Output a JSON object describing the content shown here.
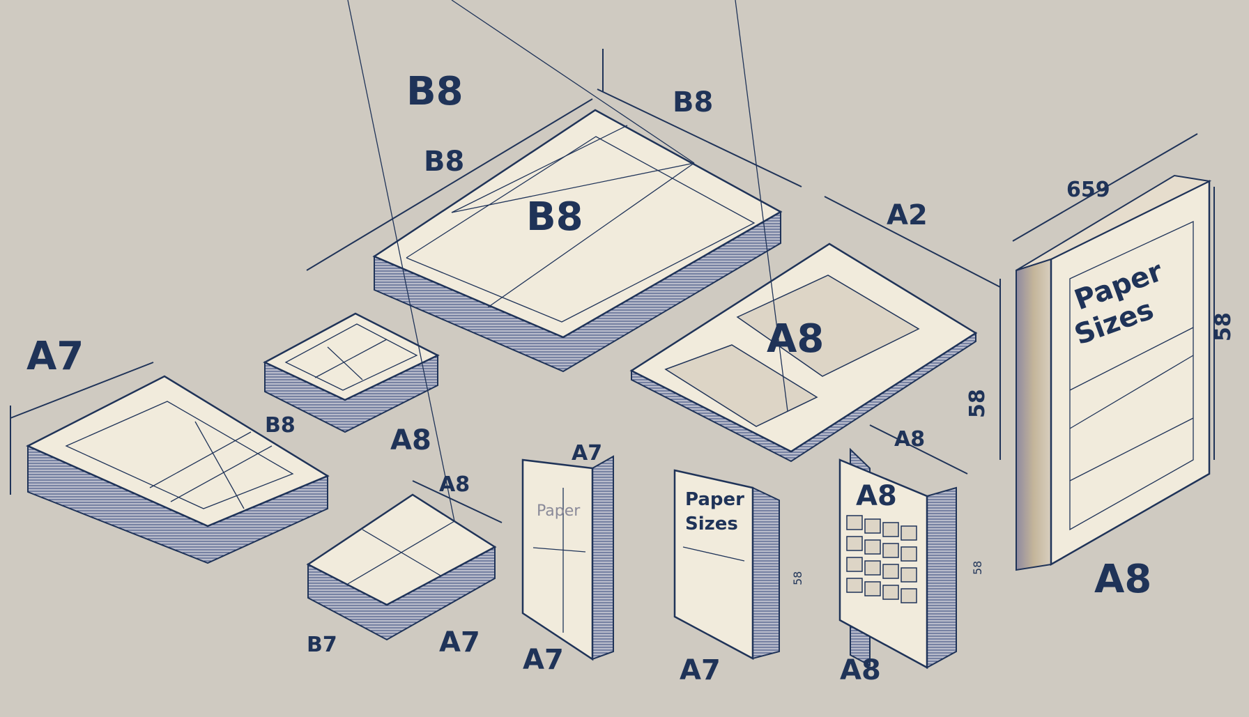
{
  "headline": "B8",
  "dimension_labels": {
    "b8_top_edge": "B8",
    "b8_left_edge": "B8",
    "b8_sheet": "B8",
    "a7_topleft": "A7",
    "small_b8_left": "B8",
    "small_b8_right": "A8",
    "a2_edge": "A2",
    "a8_sheet": "A8",
    "tall_top": "659",
    "tall_side_left": "58",
    "tall_side_right": "58",
    "tall_bottom": "A8",
    "a8_small_top": "A8",
    "b7_left": "B7",
    "a7_right": "A7",
    "book1_top": "A7",
    "book1_bottom": "A7",
    "book2_bottom": "A7",
    "book2_side": "58",
    "book3_top": "A8",
    "book3_bottom": "A8",
    "book3_side": "58"
  },
  "covers": {
    "large_title_line1": "Paper",
    "large_title_line2": "Sizes",
    "book1_title": "Paper",
    "book2_title_line1": "Paper",
    "book2_title_line2": "Sizes",
    "book3_title": "A8"
  },
  "colors": {
    "ink": "#1f3358",
    "paper": "#f1ebdc",
    "background": "#cfcac1"
  }
}
